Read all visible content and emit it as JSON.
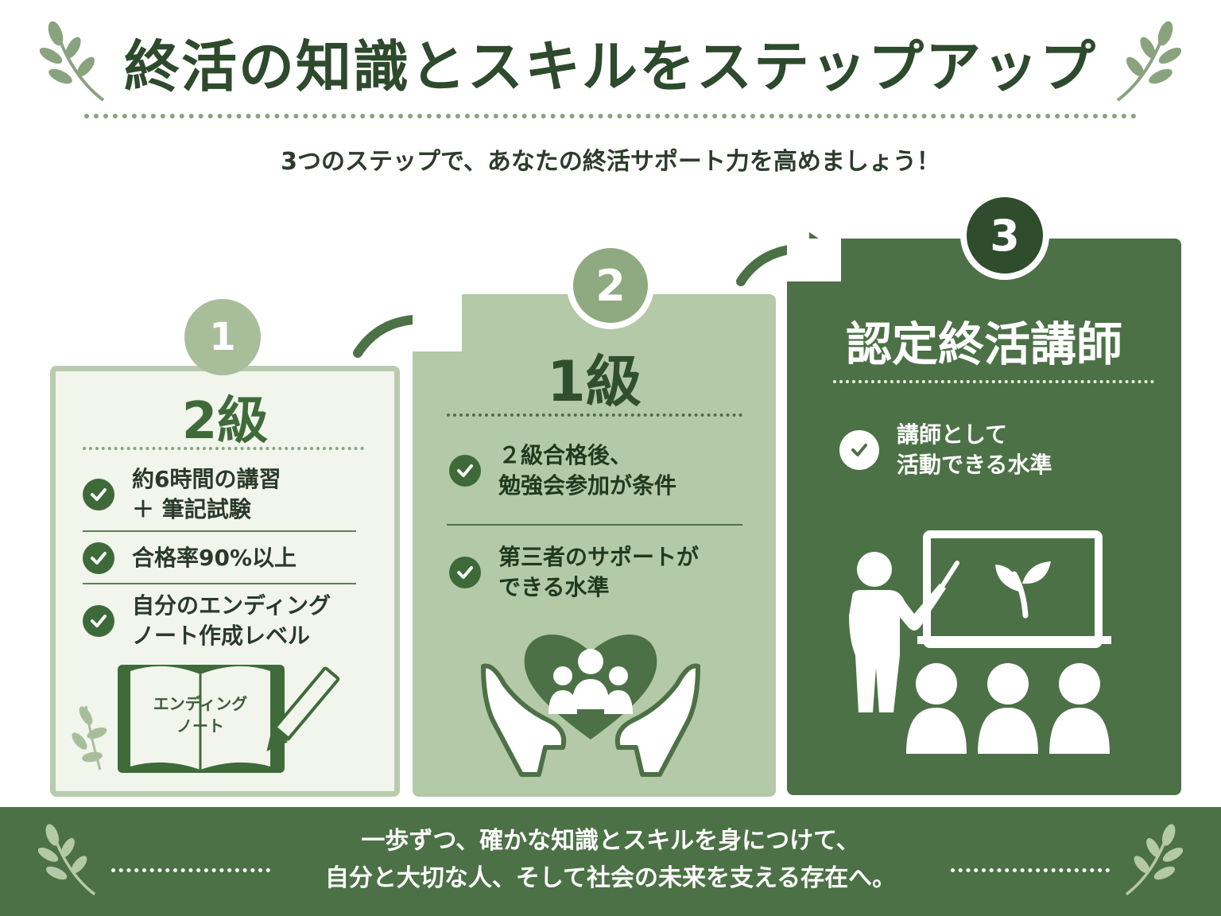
{
  "title": "終活の知識とスキルをステップアップ",
  "subtitle": "3つのステップで、あなたの終活サポート力を高めましょう！",
  "steps": [
    {
      "number": "1",
      "level": "2級",
      "items": [
        "約6時間の講習\n＋ 筆記試験",
        "合格率90%以上",
        "自分のエンディング\nノート作成レベル"
      ],
      "illustration_label": "エンディング\nノート",
      "illustration_label_lines": [
        "エンディング",
        "ノート"
      ]
    },
    {
      "number": "2",
      "level": "1級",
      "items": [
        "２級合格後、\n勉強会参加が条件",
        "第三者のサポートが\nできる水準"
      ]
    },
    {
      "number": "3",
      "level": "認定終活講師",
      "items": [
        "講師として\n活動できる水準"
      ]
    }
  ],
  "footer": {
    "line1": "一歩ずつ、確かな知識とスキルを身につけて、",
    "line2": "自分と大切な人、そして社会の未来を支える存在へ。"
  },
  "colors": {
    "dark_green": "#4c7146",
    "mid_green": "#b4c9a7",
    "light_green": "#f1f5ec",
    "badge_green": "#a8be9b"
  },
  "icons": [
    "laurel-branch-icon",
    "check-icon",
    "notebook-pencil-icon",
    "heart-hands-people-icon",
    "teacher-board-audience-icon",
    "arrow-icon"
  ]
}
